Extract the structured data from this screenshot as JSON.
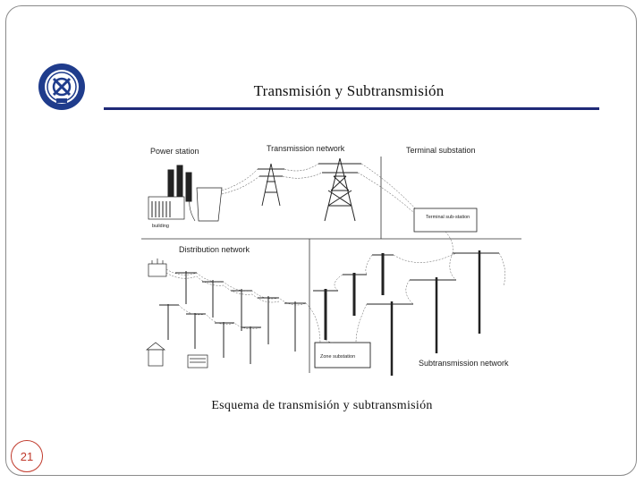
{
  "slide": {
    "title": "Transmisión y Subtransmisión",
    "caption": "Esquema de transmisión y subtransmisión",
    "page_number": "21",
    "accent_color": "#1f2a78",
    "page_badge_color": "#c0392b"
  },
  "diagram": {
    "labels": {
      "power_station": "Power station",
      "transmission_network": "Transmission network",
      "terminal_substation": "Terminal substation",
      "terminal_substation_box": "Terminal sub-station",
      "building": "building",
      "distribution_network": "Distribution network",
      "zone_substation": "Zone substation",
      "subtransmission_network": "Subtransmission network"
    }
  },
  "icons": {
    "logo": "university-seal-icon"
  }
}
